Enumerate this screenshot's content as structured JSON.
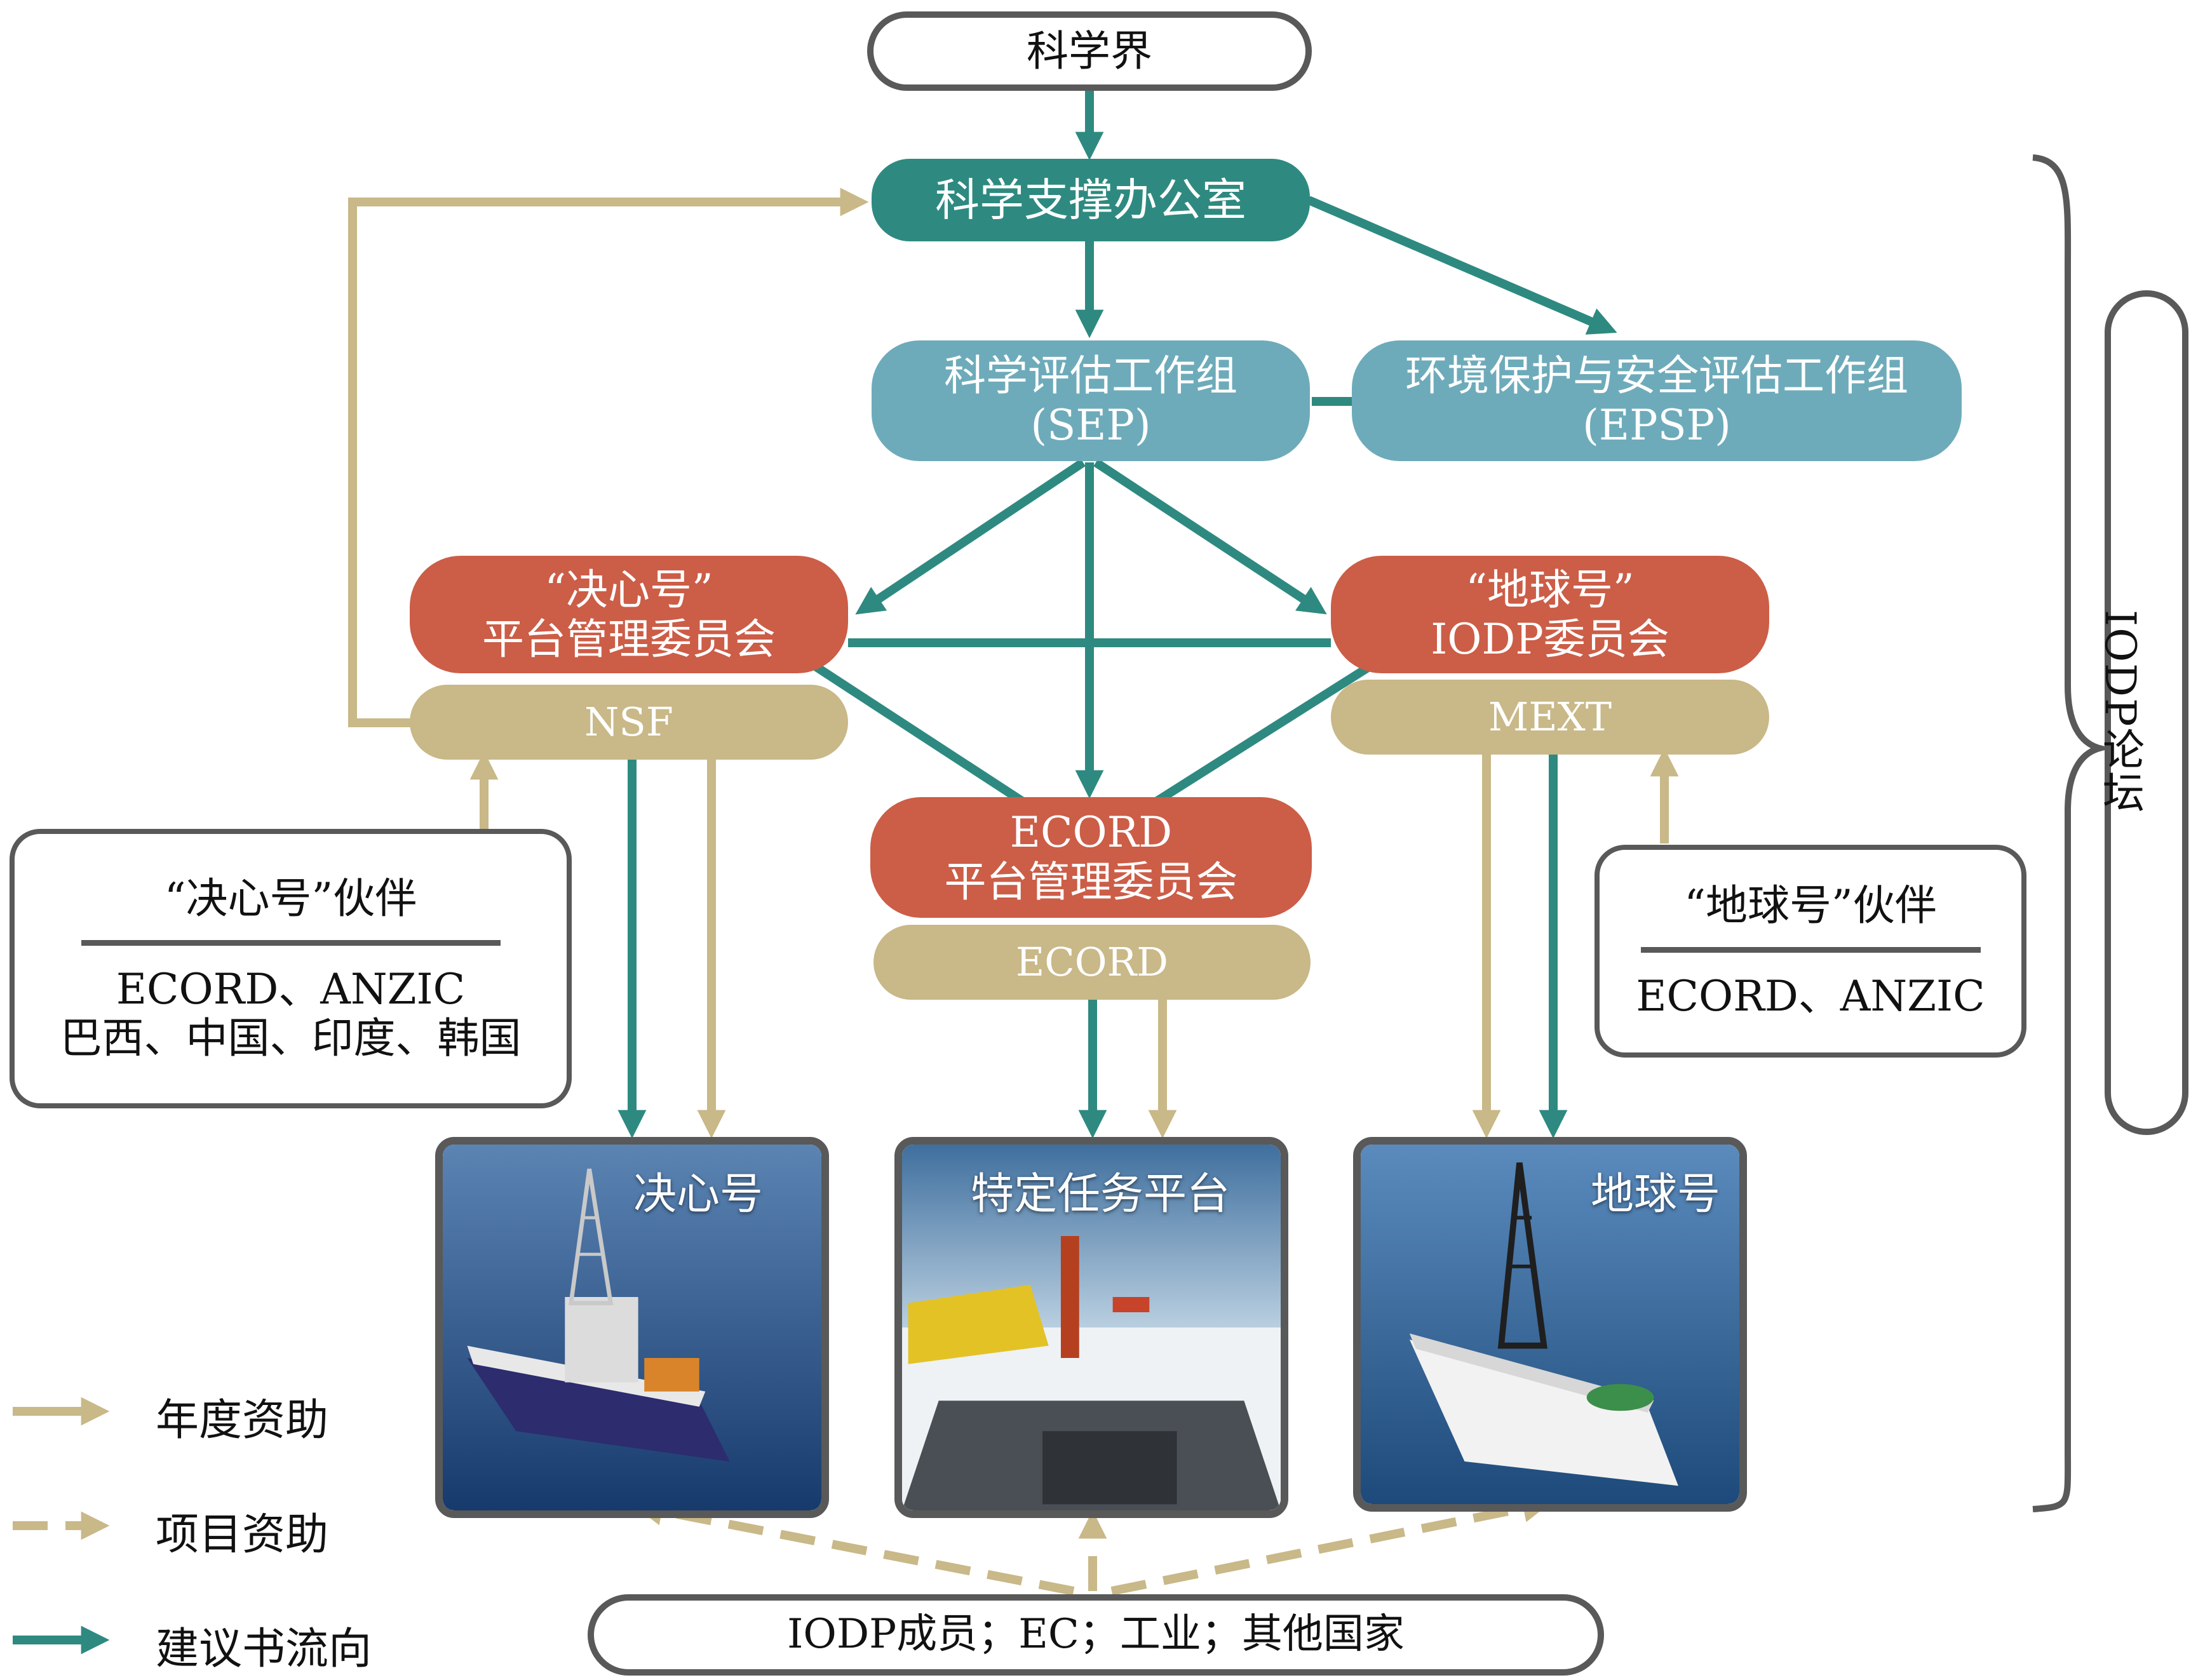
{
  "nodes": {
    "scientific_community": "科学界",
    "support_office": "科学支撑办公室",
    "sep": {
      "line1": "科学评估工作组",
      "line2": "(SEP)"
    },
    "epsp": {
      "line1": "环境保护与安全评估工作组",
      "line2": "(EPSP)"
    },
    "jr_panel": {
      "line1": "“决心号”",
      "line2": "平台管理委员会"
    },
    "nsf": "NSF",
    "chikyu_board": {
      "line1": "“地球号”",
      "line2": "IODP委员会"
    },
    "mext": "MEXT",
    "ecord_panel": {
      "line1": "ECORD",
      "line2": "平台管理委员会"
    },
    "ecord": "ECORD",
    "jr_partners": {
      "title": "“决心号”伙伴",
      "line1": "ECORD、ANZIC",
      "line2": "巴西、中国、印度、韩国"
    },
    "chikyu_partners": {
      "title": "“地球号”伙伴",
      "line1": "ECORD、ANZIC"
    },
    "funders": "IODP成员；EC；工业；其他国家",
    "forum": "IODP论坛"
  },
  "platforms": {
    "jr": "决心号",
    "mission_specific": "特定任务平台",
    "chikyu": "地球号"
  },
  "legend": [
    {
      "label": "年度资助",
      "style": "solid-tan"
    },
    {
      "label": "项目资助",
      "style": "dashed-tan"
    },
    {
      "label": "建议书流向",
      "style": "solid-teal"
    }
  ],
  "colors": {
    "teal": "#2e8a80",
    "tan": "#c9b888",
    "light_teal": "#6eabba",
    "red": "#cc5d47",
    "gray": "#595959"
  }
}
